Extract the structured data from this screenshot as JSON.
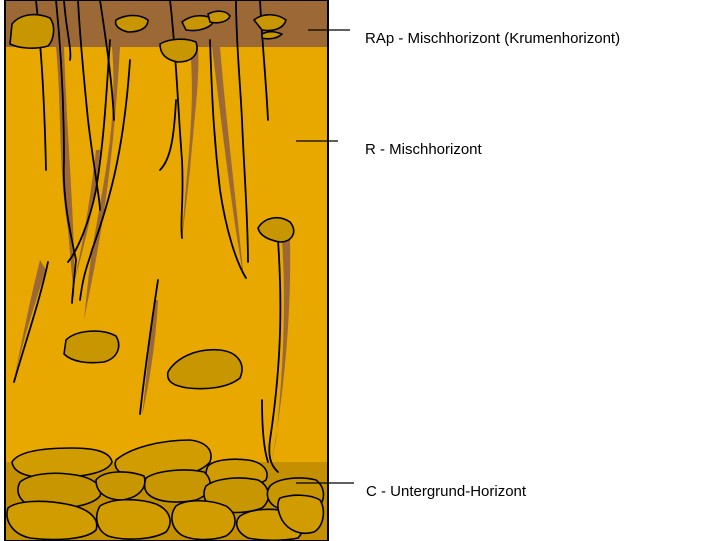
{
  "labels": {
    "rap": "RAp - Mischhorizont (Krumenhorizont)",
    "r": "R - Mischhorizont",
    "c": "C - Untergrund-Horizont"
  },
  "colors": {
    "topsoil": "#9c6936",
    "mixed": "#e8a800",
    "subsoil": "#c49000",
    "clod": "#c89600",
    "outline": "#000000",
    "background": "#ffffff"
  }
}
